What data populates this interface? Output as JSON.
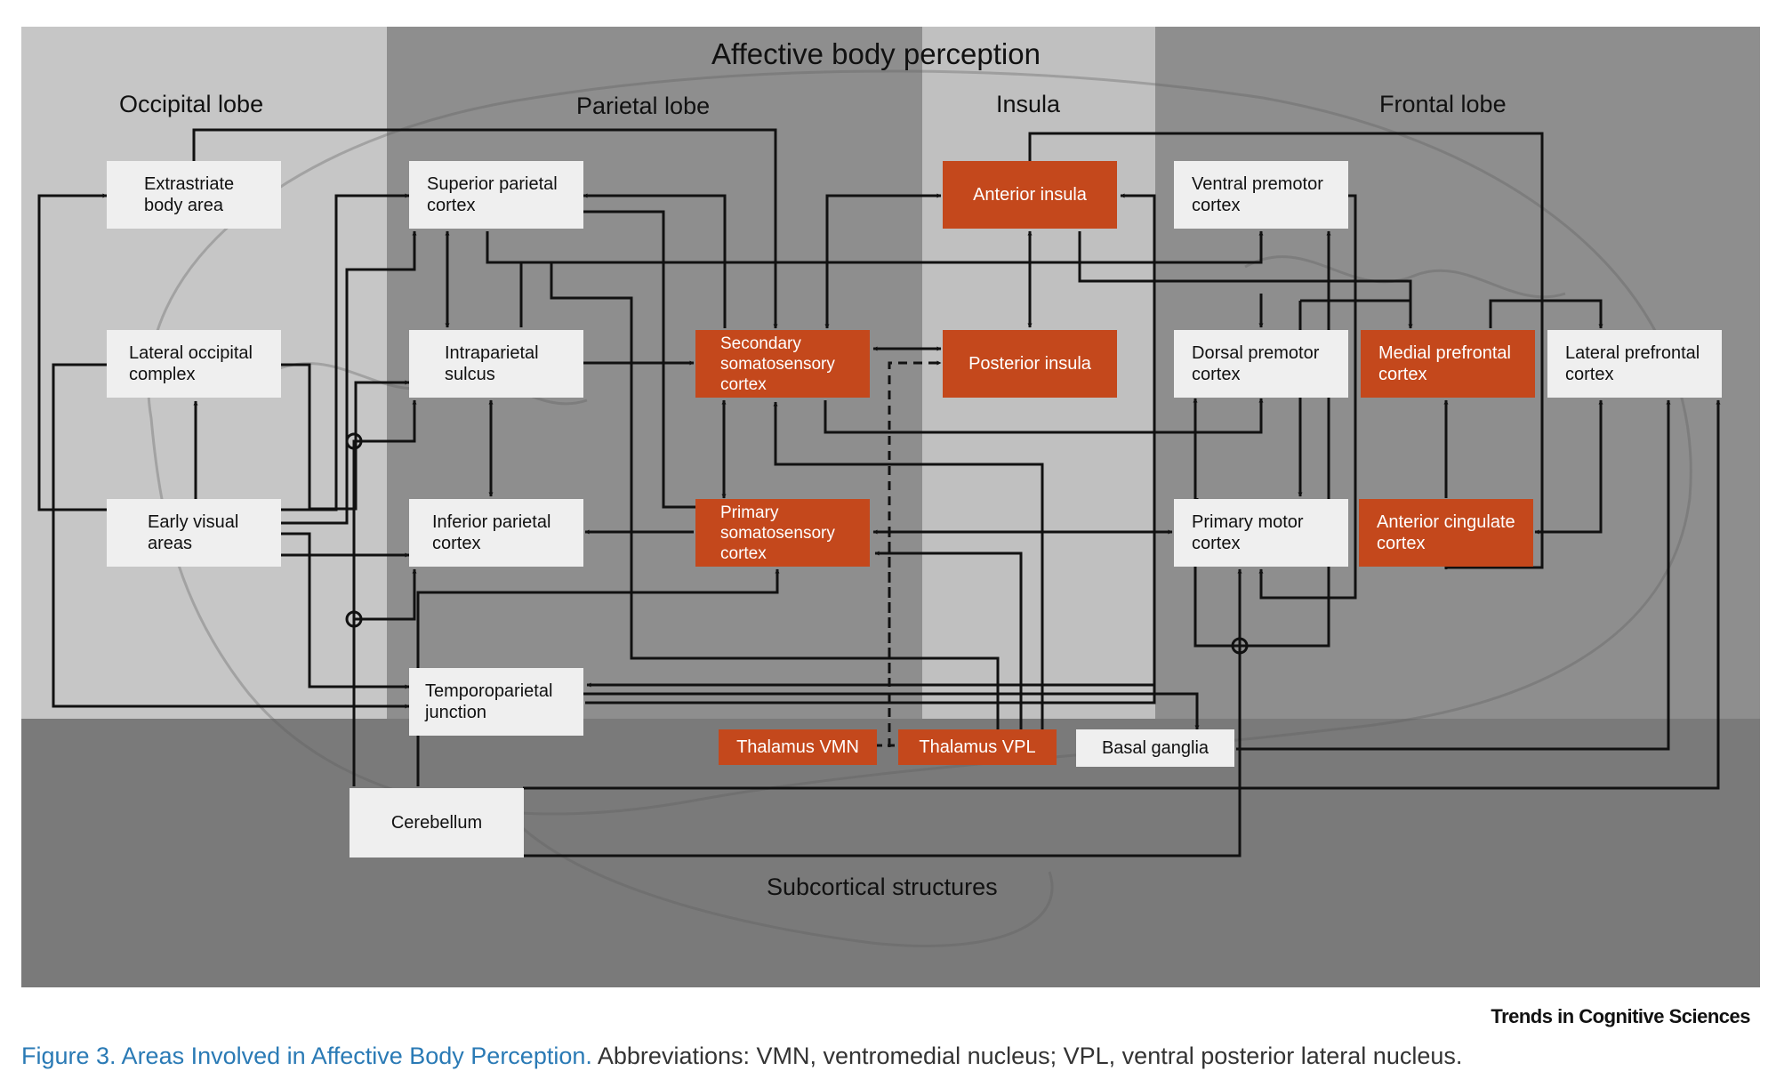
{
  "title": "Affective body perception",
  "regions": {
    "occipital": "Occipital lobe",
    "parietal": "Parietal lobe",
    "insula": "Insula",
    "frontal": "Frontal lobe",
    "subcortical": "Subcortical structures"
  },
  "nodes": {
    "eba": "Extrastriate\nbody area",
    "loc": "Lateral occipital\ncomplex",
    "eva": "Early visual\nareas",
    "spc": "Superior parietal\ncortex",
    "ips": "Intraparietal\nsulcus",
    "ipc": "Inferior parietal\ncortex",
    "tpj": "Temporoparietal\njunction",
    "s2": "Secondary\nsomatosensory\ncortex",
    "s1": "Primary\nsomatosensory\ncortex",
    "ai": "Anterior insula",
    "pi": "Posterior insula",
    "vpm": "Ventral premotor\ncortex",
    "dpm": "Dorsal premotor\ncortex",
    "m1": "Primary motor\ncortex",
    "mpfc": "Medial prefrontal\ncortex",
    "acc": "Anterior cingulate\ncortex",
    "lpfc": "Lateral prefrontal\ncortex",
    "vmn": "Thalamus VMN",
    "vpl": "Thalamus VPL",
    "bg": "Basal ganglia",
    "cb": "Cerebellum"
  },
  "colors": {
    "area_light": "#efefef",
    "area_highlight": "#c4481c",
    "band_light": "#c6c6c6",
    "band_dark": "#8e8e8e",
    "band_subcortical": "#7a7a7a",
    "caption_title": "#2a7ab5"
  },
  "publisher": "Trends in Cognitive Sciences",
  "caption": {
    "title": "Figure 3. Areas Involved in Affective Body Perception.",
    "text": "Abbreviations: VMN, ventromedial nucleus; VPL, ventral posterior lateral nucleus."
  }
}
